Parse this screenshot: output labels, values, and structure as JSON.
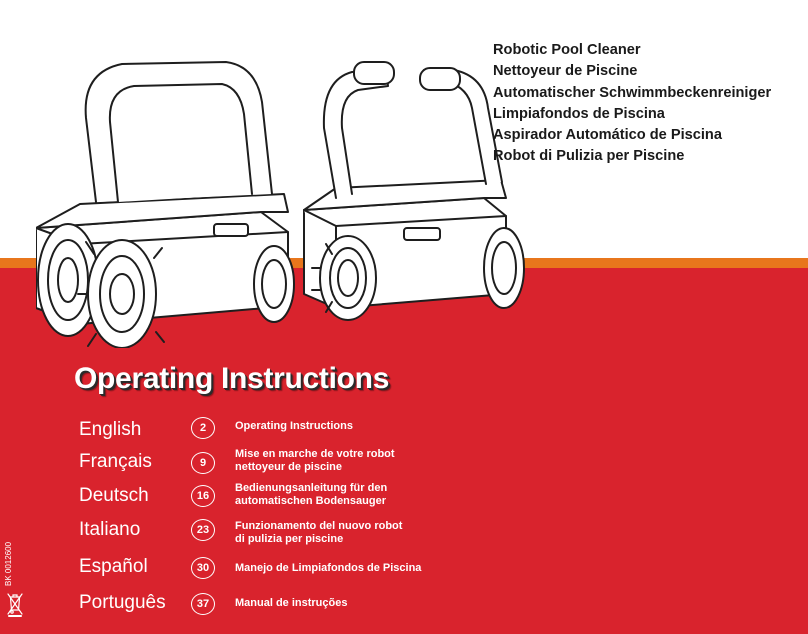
{
  "titles": [
    "Robotic Pool Cleaner",
    "Nettoyeur de Piscine",
    "Automatischer Schwimmbeckenreiniger",
    "Limpiafondos de Piscina",
    "Aspirador Automático de Piscina",
    "Robot di Pulizia per Piscine"
  ],
  "heading": "Operating Instructions",
  "languages": [
    {
      "name": "English",
      "page": "2",
      "lines": [
        "Operating Instructions"
      ]
    },
    {
      "name": "Français",
      "page": "9",
      "lines": [
        "Mise en marche de votre robot",
        "nettoyeur de piscine"
      ]
    },
    {
      "name": "Deutsch",
      "page": "16",
      "lines": [
        "Bedienungsanleitung für den",
        "automatischen Bodensauger"
      ]
    },
    {
      "name": "Italiano",
      "page": "23",
      "lines": [
        "Funzionamento del nuovo robot",
        "di pulizia  per piscine"
      ]
    },
    {
      "name": "Español",
      "page": "30",
      "lines": [
        "Manejo de Limpiafondos de Piscina"
      ]
    },
    {
      "name": "Português",
      "page": "37",
      "lines": [
        "Manual de instruções"
      ]
    }
  ],
  "catalog_code": "BK 0012600",
  "colors": {
    "band_red": "#d9232d",
    "stripe_orange": "#e8761c",
    "text_white": "#ffffff",
    "text_dark": "#1a1a1a"
  },
  "icons": {
    "weee": "crossed-out-wheelie-bin-icon",
    "product": "robotic-pool-cleaner-illustration"
  }
}
